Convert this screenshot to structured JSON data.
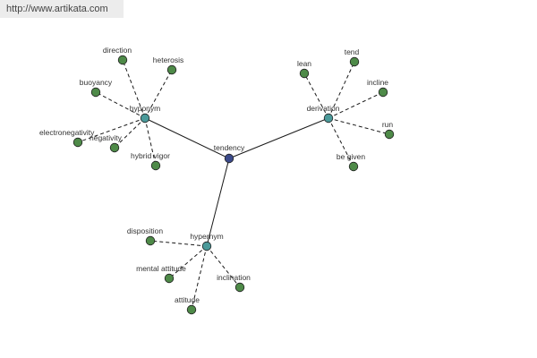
{
  "watermark": {
    "url": "http://www.artikata.com"
  },
  "colors": {
    "center_node": "#3b4a8a",
    "relation_node": "#4b9a9a",
    "leaf_node": "#4e8a48",
    "node_stroke": "#1f1f1f",
    "edge": "#1a1a1a",
    "label": "#333333",
    "watermark_bg": "#ececec"
  },
  "graph": {
    "center": {
      "label": "tendency"
    },
    "relations": [
      {
        "label": "hyponym",
        "leaves": [
          "direction",
          "heterosis",
          "buoyancy",
          "electronegativity",
          "negativity",
          "hybrid vigor"
        ]
      },
      {
        "label": "derivation",
        "leaves": [
          "lean",
          "tend",
          "incline",
          "run",
          "be given"
        ]
      },
      {
        "label": "hypernym",
        "leaves": [
          "disposition",
          "mental attitude",
          "inclination",
          "attitude"
        ]
      }
    ]
  }
}
